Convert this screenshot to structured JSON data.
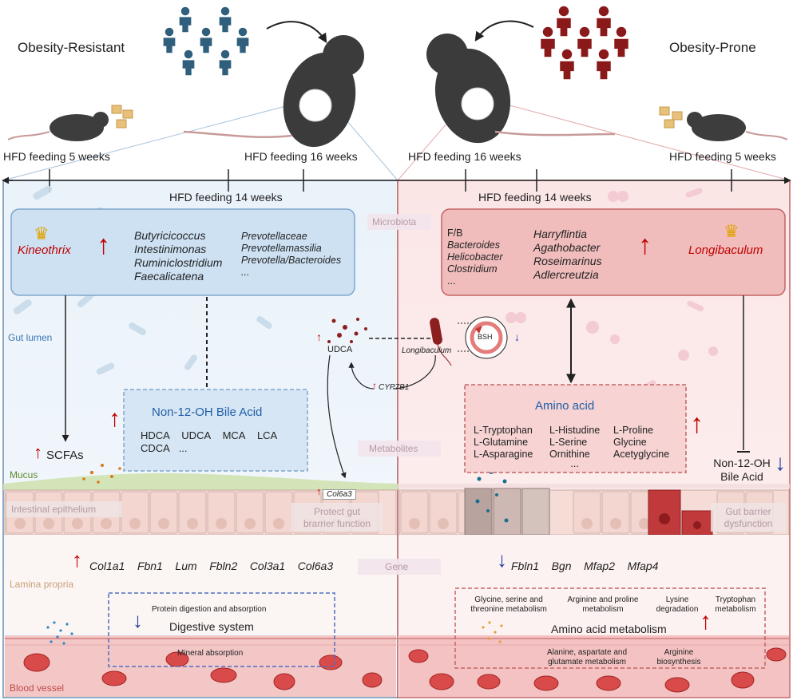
{
  "header": {
    "left_group": "Obesity-Resistant",
    "right_group": "Obesity-Prone"
  },
  "timeline": {
    "left_5w": "HFD feeding 5 weeks",
    "left_16w": "HFD feeding 16 weeks",
    "left_14w": "HFD feeding 14 weeks",
    "right_16w": "HFD feeding 16 weeks",
    "right_5w": "HFD feeding 5 weeks",
    "right_14w": "HFD feeding 14 weeks"
  },
  "layers": {
    "microbiota": "Microbiota",
    "gut_lumen": "Gut lumen",
    "metabolites": "Metabolites",
    "mucus": "Mucus",
    "intestinal_epithelium": "Intestinal epithelium",
    "gene": "Gene",
    "lamina_propria": "Lamina propria",
    "blood_vessel": "Blood vessel"
  },
  "left_microbiota": {
    "key_taxon": "Kineothrix",
    "col1": [
      "Butyricicoccus",
      "Intestinimonas",
      "Ruminiclostridium",
      "Faecalicatena"
    ],
    "col2": [
      "Prevotellaceae",
      "Prevotellamassilia",
      "Prevotella/Bacteroides",
      "..."
    ]
  },
  "right_microbiota": {
    "key_taxon": "Longibaculum",
    "col1": [
      "F/B",
      "Bacteroides",
      "Helicobacter",
      "Clostridium",
      "..."
    ],
    "col2": [
      "Harryflintia",
      "Agathobacter",
      "Roseimarinus",
      "Adlercreutzia"
    ]
  },
  "left_bile": {
    "title": "Non-12-OH Bile Acid",
    "row1": [
      "HDCA",
      "UDCA",
      "MCA",
      "LCA"
    ],
    "row2": [
      "CDCA",
      "..."
    ]
  },
  "scfas": "SCFAs",
  "center": {
    "udca": "UDCA",
    "longibaculum": "Longibaculum",
    "bsh": "BSH",
    "cyp7b1": "CYP7B1",
    "col6a3": "Col6a3",
    "protect": "Protect gut brarrier function"
  },
  "amino": {
    "title": "Amino acid",
    "col1": [
      "L-Tryptophan",
      "L-Glutamine",
      "L-Asparagine"
    ],
    "col2": [
      "L-Histudine",
      "L-Serine",
      "Ornithine",
      "..."
    ],
    "col3": [
      "L-Proline",
      "Glycine",
      "Acetyglycine"
    ]
  },
  "right_bile": "Non-12-OH Bile Acid",
  "gut_barrier": "Gut barrier dysfunction",
  "left_genes": [
    "Col1a1",
    "Fbn1",
    "Lum",
    "Fbln2",
    "Col3a1",
    "Col6a3"
  ],
  "right_genes": [
    "Fbln1",
    "Bgn",
    "Mfap2",
    "Mfap4"
  ],
  "digestive": {
    "top": "Protein digestion and absorption",
    "title": "Digestive system",
    "bottom": "Mineral absorption"
  },
  "amino_metab": {
    "title": "Amino acid metabolism",
    "items_top": [
      "Glycine, serine and threonine metabolism",
      "Arginine and proline metabolism",
      "Lysine degradation",
      "Tryptophan metabolism"
    ],
    "items_bottom": [
      "Alanine, aspartate and glutamate metabolism",
      "Arginine biosynthesis"
    ]
  },
  "colors": {
    "left_bg": "#e8f1f9",
    "right_bg": "#fbe7e7",
    "blue_box": "#cfe2f3",
    "red_box": "#f3c9c9",
    "up_red": "#c00000",
    "down_blue": "#1f3c9e",
    "person_blue": "#2f5f7c",
    "person_red": "#8a1a1a"
  }
}
